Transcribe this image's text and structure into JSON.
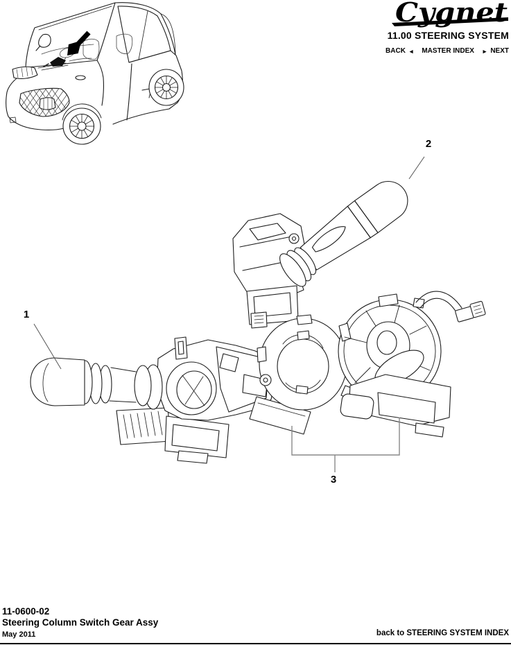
{
  "header": {
    "logo_text": "Cygnet",
    "section_title": "11.00 STEERING SYSTEM",
    "nav": {
      "back_label": "BACK",
      "back_arrow": "◄",
      "master_index_label": "MASTER INDEX",
      "next_arrow": "►",
      "next_label": "NEXT"
    }
  },
  "illustration": {
    "callouts": [
      "1",
      "2",
      "3"
    ]
  },
  "footer": {
    "doc_number": "11-0600-02",
    "doc_title": "Steering Column Switch Gear Assy",
    "date": "May 2011",
    "index_link": "back to STEERING SYSTEM INDEX"
  },
  "colors": {
    "ink": "#000000",
    "line_art": "#1c1c1c",
    "leader_gray": "#555555",
    "bracket_gray": "#888888"
  }
}
